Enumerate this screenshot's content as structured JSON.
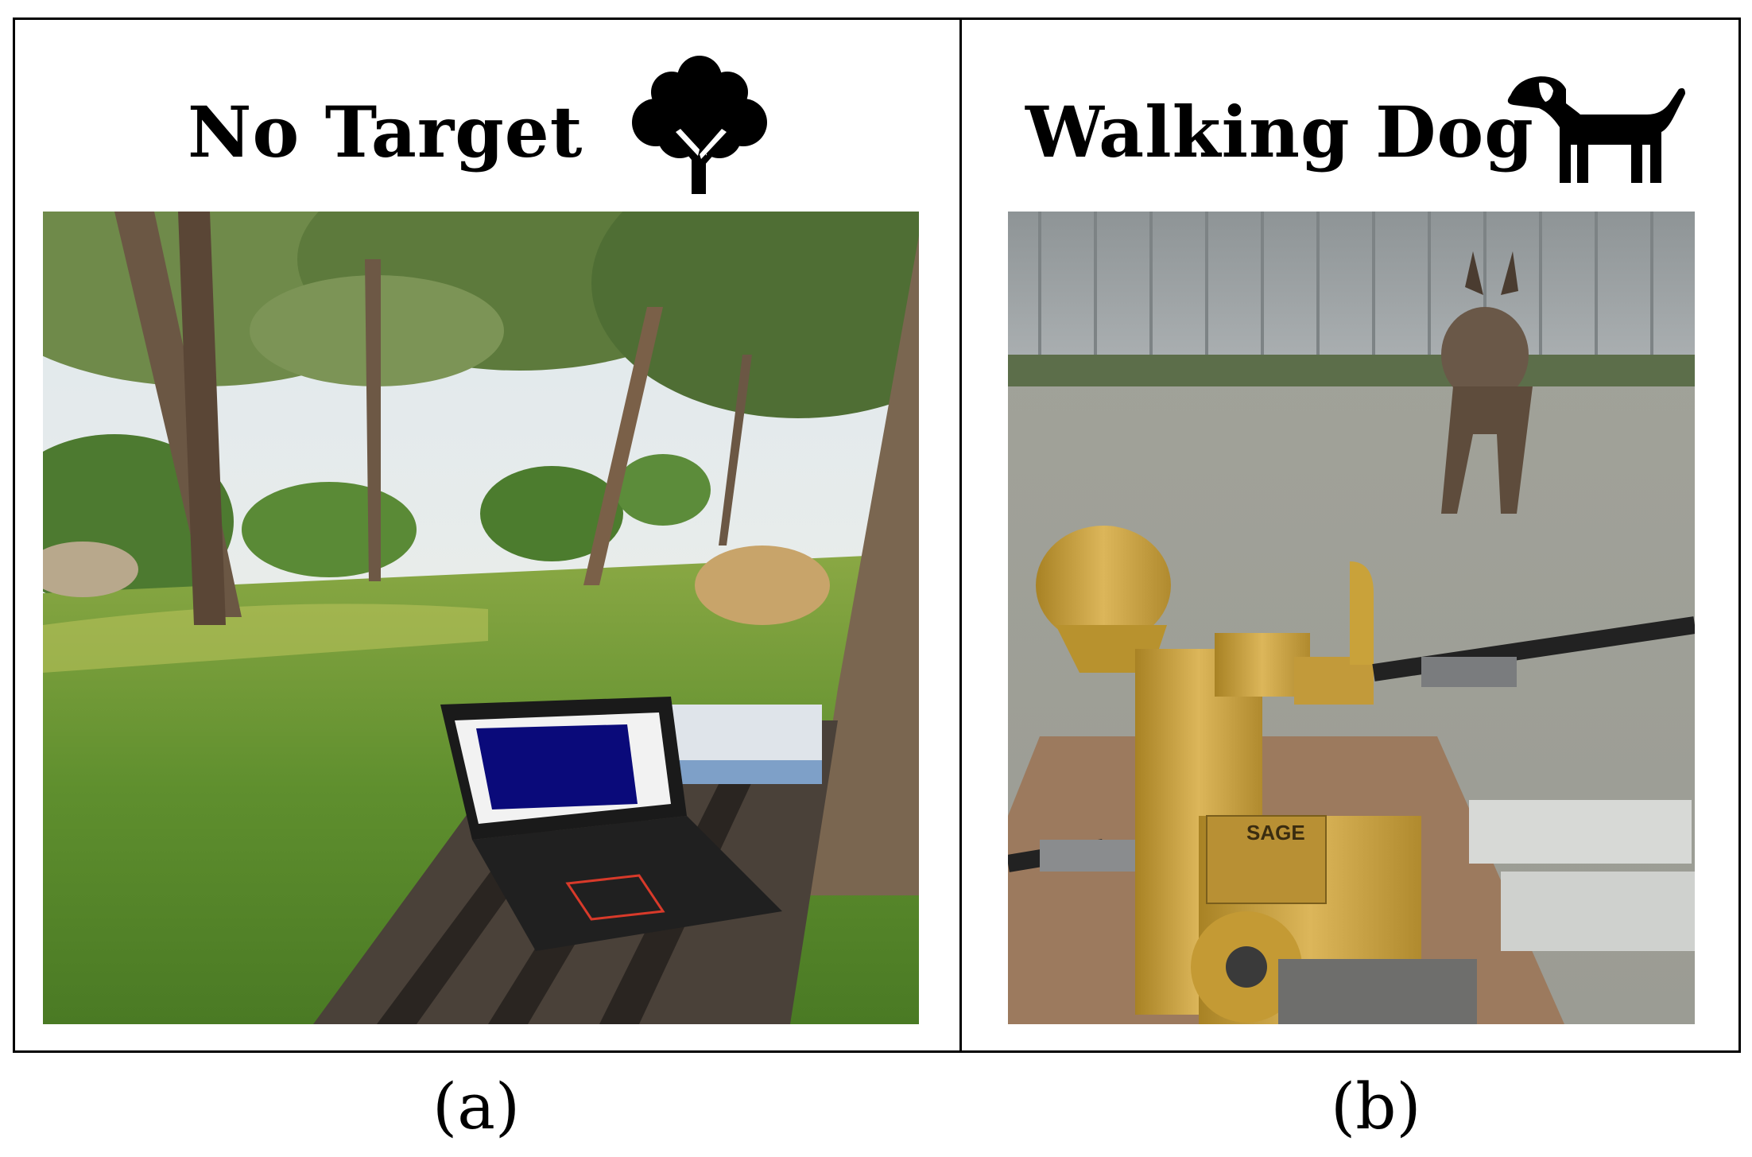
{
  "panels": [
    {
      "title": "No Target",
      "icon": "tree-icon",
      "caption": "(a)",
      "photo": "park-bench-laptop-radar-photo"
    },
    {
      "title": "Walking Dog",
      "icon": "dog-icon",
      "caption": "(b)",
      "photo": "dog-horn-antenna-radar-photo"
    }
  ],
  "photo_text": {
    "antenna_brand": "SAGE"
  },
  "colors": {
    "border": "#000000",
    "antenna_gold": "#c9a23a",
    "laptop_screen": "#0a0a7a",
    "grass": "#5f8f2e"
  }
}
